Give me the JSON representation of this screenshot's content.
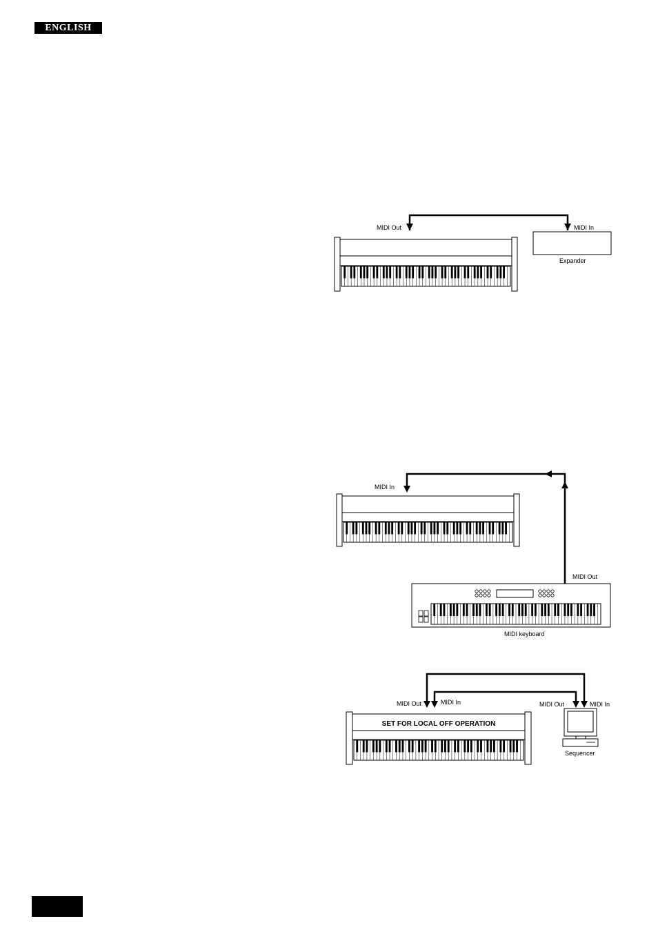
{
  "header": {
    "language_tab": "ENGLISH"
  },
  "diagram1": {
    "midi_out_label": "MIDI Out",
    "midi_in_label": "MIDI In",
    "expander_label": "Expander"
  },
  "diagram2": {
    "midi_in_label": "MIDI In",
    "midi_out_label": "MIDI Out",
    "keyboard_label": "MIDI keyboard"
  },
  "diagram3": {
    "piano_midi_out_label": "MIDI Out",
    "piano_midi_in_label": "MIDI In",
    "seq_midi_out_label": "MIDI Out",
    "seq_midi_in_label": "MIDI In",
    "panel_text": "SET FOR LOCAL OFF OPERATION",
    "sequencer_label": "Sequencer"
  }
}
